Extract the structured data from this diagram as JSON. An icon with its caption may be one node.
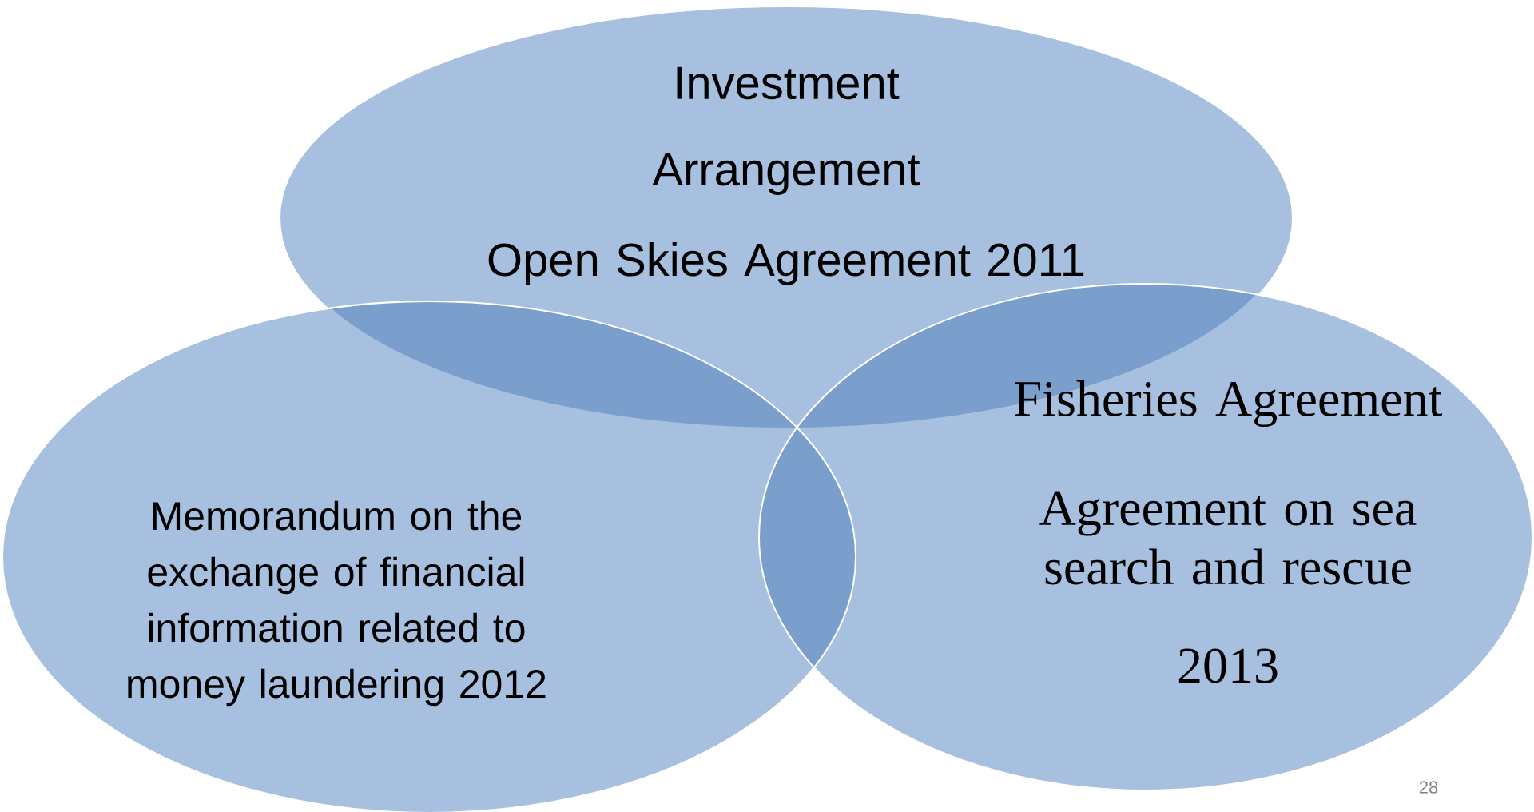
{
  "diagram": {
    "nodes": [
      {
        "text": [
          "Investment",
          "Arrangement",
          "Open Skies Agreement 2011"
        ]
      },
      {
        "text": [
          "Memorandum on the exchange of financial information related to money laundering 2012"
        ]
      },
      {
        "text": [
          "Fisheries Agreement",
          "Agreement on sea search and rescue",
          "2013"
        ]
      }
    ],
    "labels": [
      "28"
    ]
  }
}
